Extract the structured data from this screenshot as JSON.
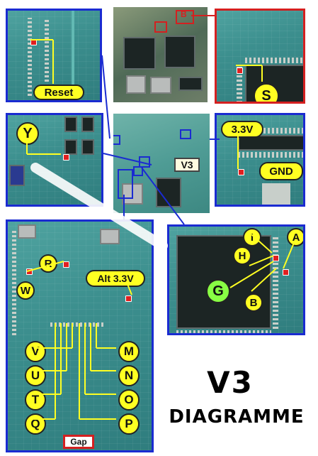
{
  "labels": {
    "reset": "Reset",
    "s": "S",
    "y": "Y",
    "v3_board": "V3",
    "three_three_v": "3.3V",
    "gnd": "GND",
    "i": "I",
    "a": "A",
    "h": "H",
    "g": "G",
    "b": "B",
    "r": "R",
    "w": "W",
    "alt_3_3v": "Alt 3.3V",
    "v": "V",
    "u": "U",
    "t": "T",
    "q": "Q",
    "m": "M",
    "n": "N",
    "o": "O",
    "p": "P",
    "gap": "Gap",
    "top_marker": "B"
  },
  "title": {
    "line1": "V3",
    "line2": "DIAGRAMME"
  },
  "colors": {
    "panel_border_blue": "#1a2bd1",
    "panel_border_red": "#d42020",
    "label_yellow": "#ffff22",
    "pcb_green": "#3c8f8e",
    "point_red": "#e02020"
  }
}
